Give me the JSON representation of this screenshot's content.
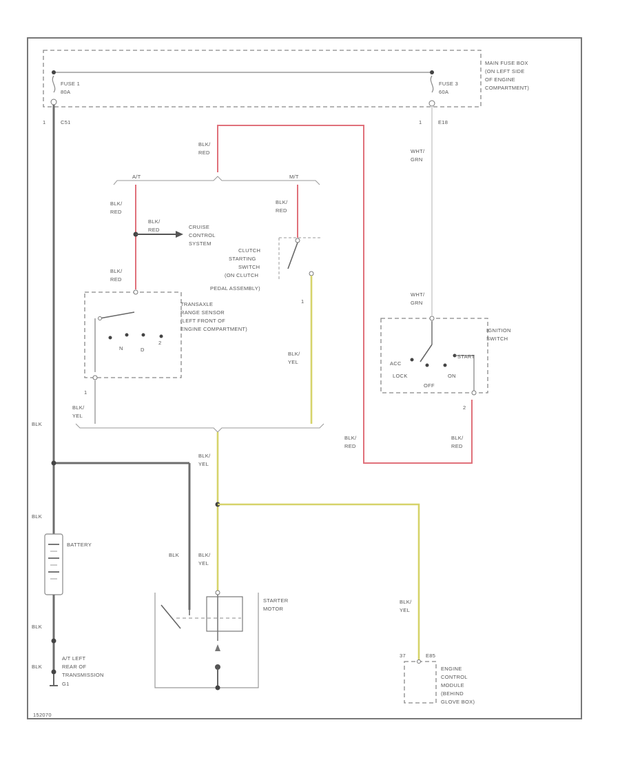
{
  "main_fuse_box": {
    "line1": "MAIN FUSE BOX",
    "line2": "(ON LEFT SIDE",
    "line3": "OF ENGINE",
    "line4": "COMPARTMENT)"
  },
  "fuse1": {
    "name": "FUSE 1",
    "rating": "80A",
    "pin": "1",
    "connector": "C51"
  },
  "fuse3": {
    "name": "FUSE 3",
    "rating": "60A",
    "pin": "1",
    "connector": "E18"
  },
  "wires": {
    "blk_red": [
      "BLK/",
      "RED"
    ],
    "wht_grn": [
      "WHT/",
      "GRN"
    ],
    "blk_yel": [
      "BLK/",
      "YEL"
    ],
    "blk": "BLK"
  },
  "transmission": {
    "at": "A/T",
    "mt": "M/T"
  },
  "cruise": {
    "wire": [
      "BLK/",
      "RED"
    ],
    "line1": "CRUISE",
    "line2": "CONTROL",
    "line3": "SYSTEM"
  },
  "clutch_switch": {
    "line1": "CLUTCH",
    "line2": "STARTING",
    "line3": "SWITCH",
    "line4": "(ON CLUTCH",
    "line5": "PEDAL ASSEMBLY)",
    "pin": "1"
  },
  "range_sensor": {
    "line1": "TRANSAXLE",
    "line2": "RANGE SENSOR",
    "line3": "(LEFT FRONT OF",
    "line4": "ENGINE COMPARTMENT)",
    "pos_n": "N",
    "pos_d": "D",
    "pos_2": "2",
    "pin": "1"
  },
  "ignition": {
    "line1": "IGNITION",
    "line2": "SWITCH",
    "acc": "ACC",
    "lock": "LOCK",
    "off": "OFF",
    "on": "ON",
    "start": "START",
    "pin": "2"
  },
  "battery": {
    "label": "BATTERY"
  },
  "starter": {
    "line1": "STARTER",
    "line2": "MOTOR"
  },
  "ground": {
    "line1": "A/T LEFT",
    "line2": "REAR OF",
    "line3": "TRANSMISSION",
    "line4": "G1"
  },
  "ecm": {
    "pin": "37",
    "connector": "E85",
    "line1": "ENGINE",
    "line2": "CONTROL",
    "line3": "MODULE",
    "line4": "(BEHIND",
    "line5": "GLOVE BOX)"
  },
  "figure_id": "152070"
}
